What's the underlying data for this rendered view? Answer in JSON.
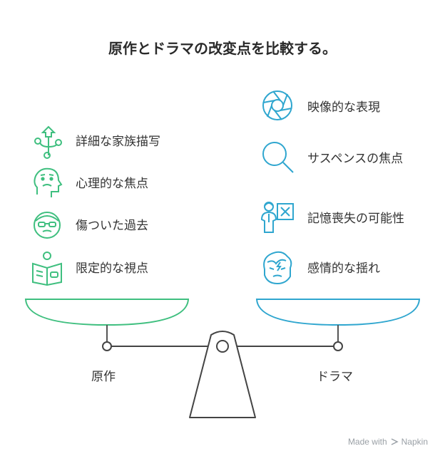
{
  "title": "原作とドラマの改変点を比較する。",
  "left": {
    "base_label": "原作",
    "color": "#3fbf7f",
    "items": [
      {
        "label": "詳細な家族描写",
        "icon": "family-tree-icon"
      },
      {
        "label": "心理的な焦点",
        "icon": "thinking-head-icon"
      },
      {
        "label": "傷ついた過去",
        "icon": "wounded-face-icon"
      },
      {
        "label": "限定的な視点",
        "icon": "reading-person-icon"
      }
    ]
  },
  "right": {
    "base_label": "ドラマ",
    "color": "#2fa6cf",
    "items": [
      {
        "label": "映像的な表現",
        "icon": "camera-aperture-icon"
      },
      {
        "label": "サスペンスの焦点",
        "icon": "magnifier-icon"
      },
      {
        "label": "記憶喪失の可能性",
        "icon": "person-x-icon"
      },
      {
        "label": "感情的な揺れ",
        "icon": "upset-face-icon"
      }
    ]
  },
  "footer": {
    "made_with": "Made with",
    "brand": "Napkin"
  }
}
